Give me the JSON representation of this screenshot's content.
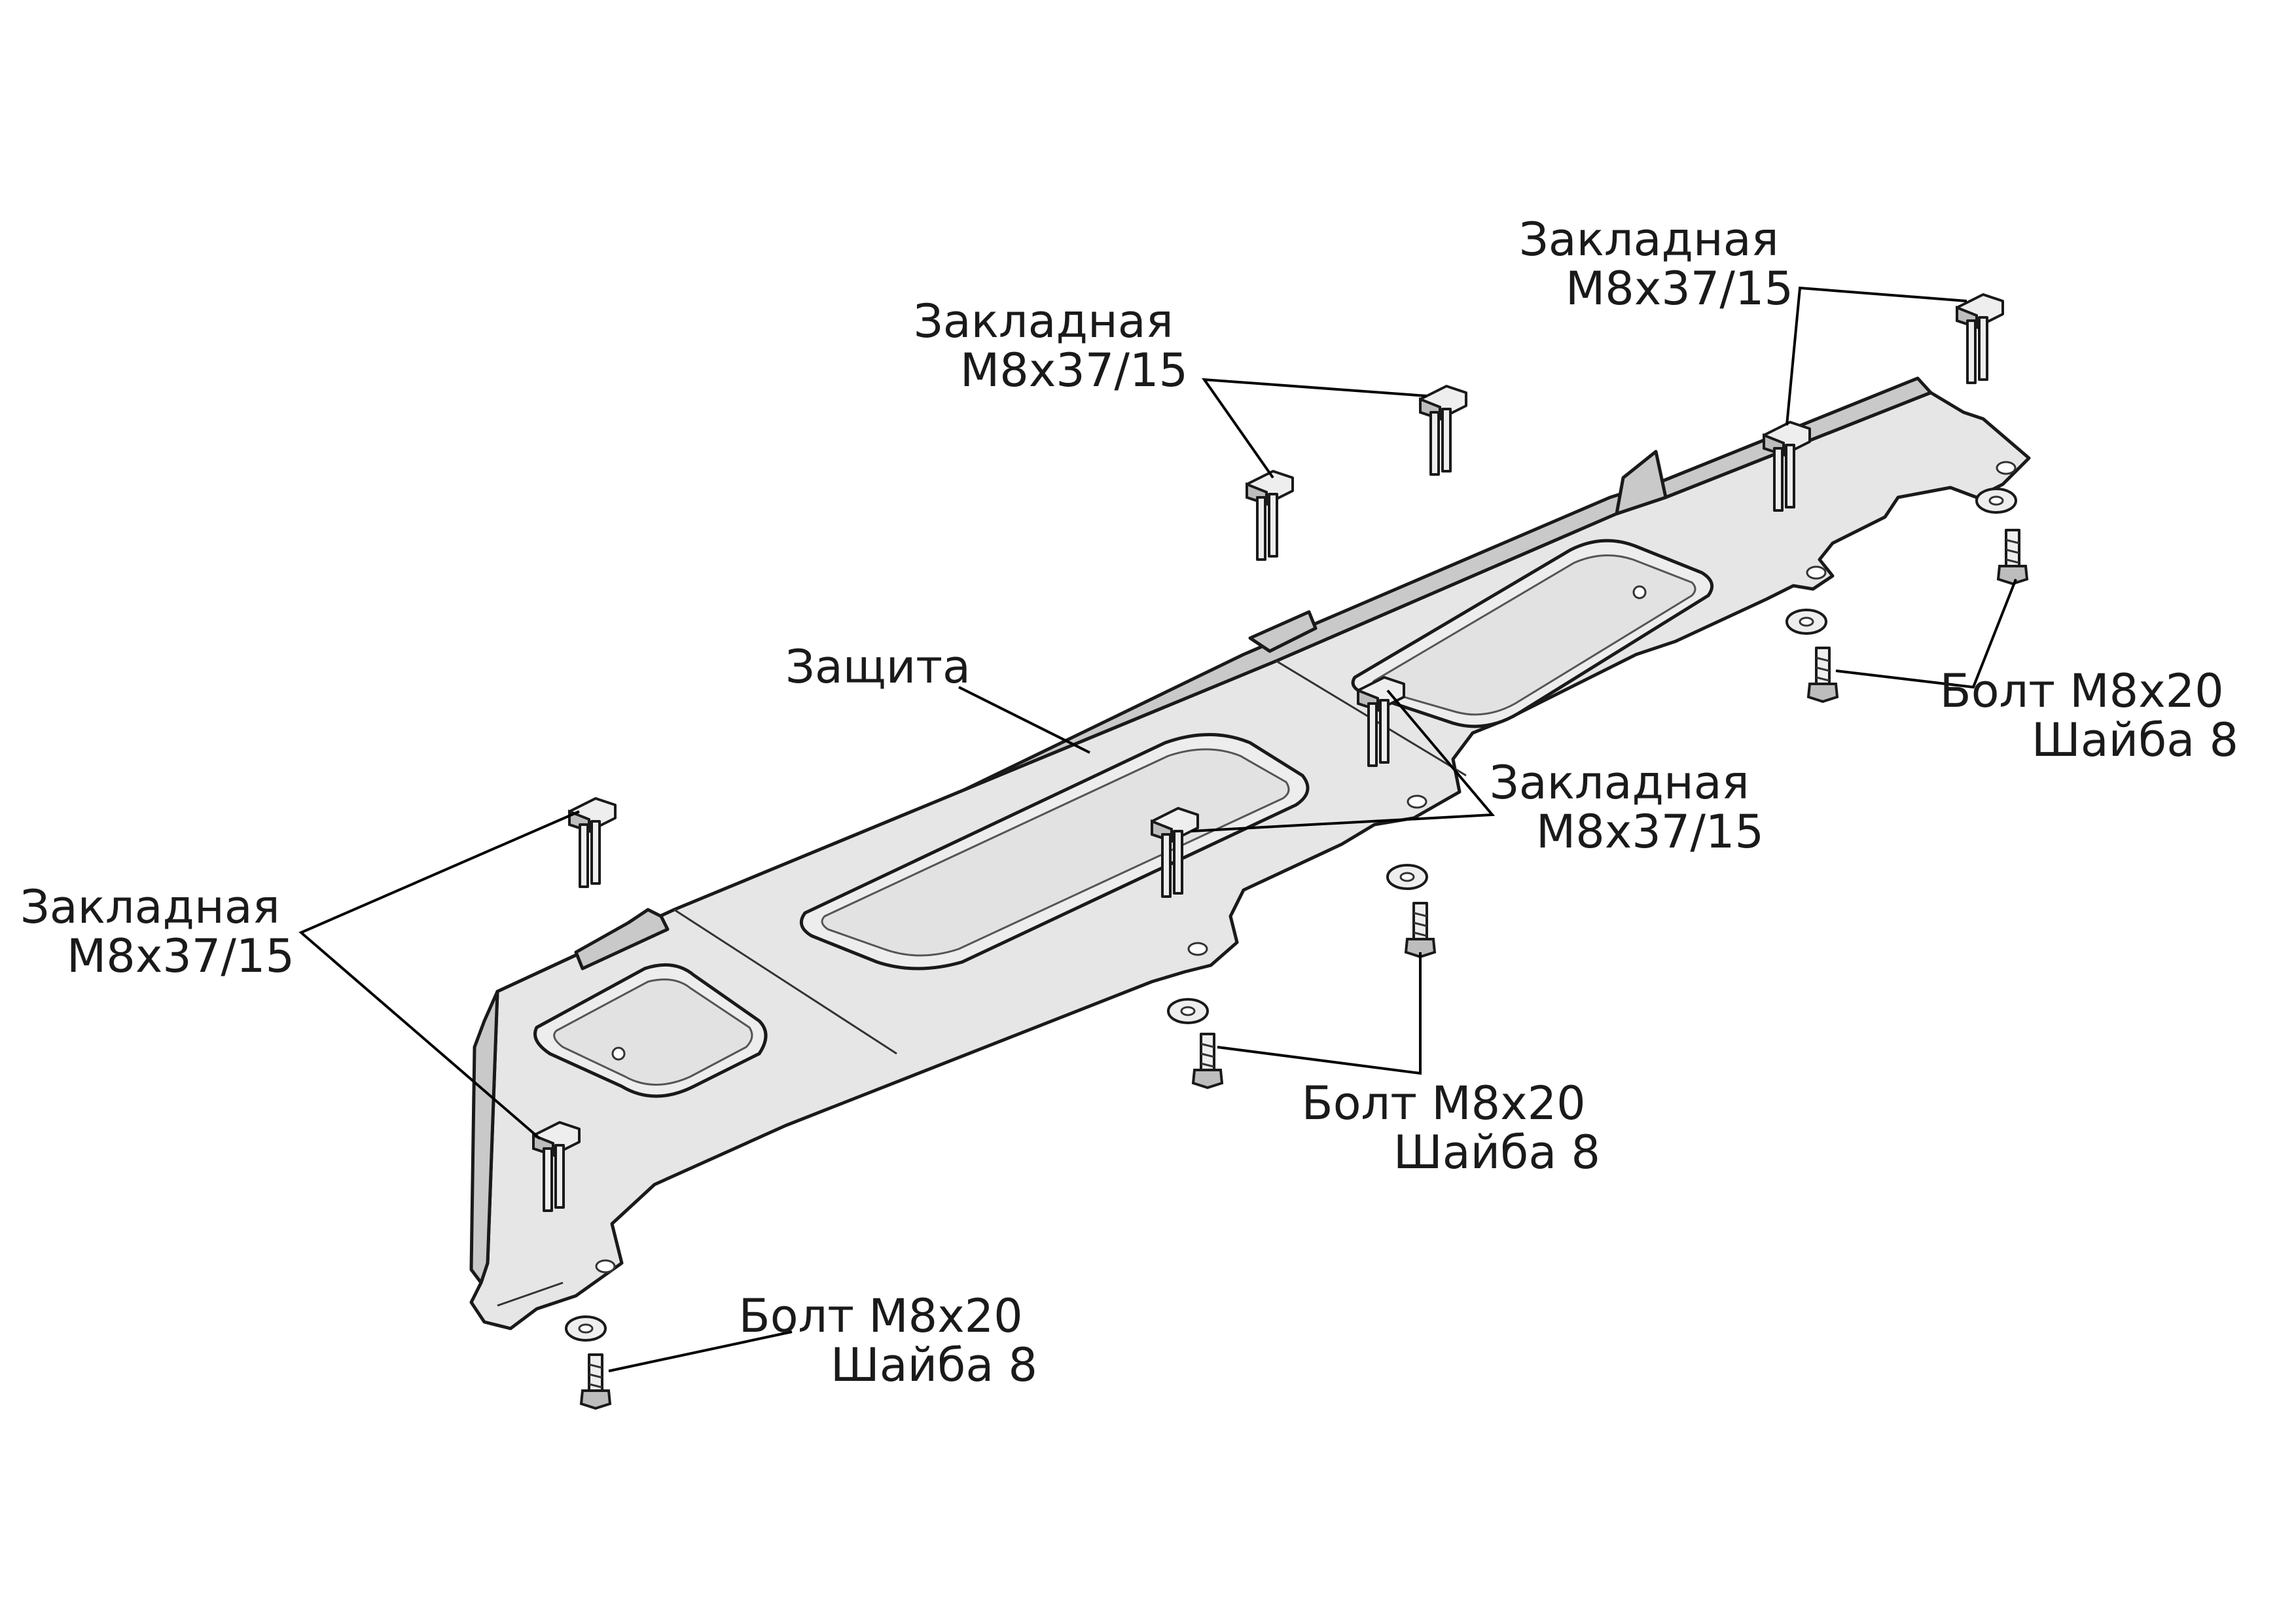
{
  "labels": {
    "guard": "Защита",
    "insert_top_center": [
      "Закладная",
      "M8x37/15"
    ],
    "insert_top_right": [
      "Закладная",
      "M8x37/15"
    ],
    "insert_middle": [
      "Закладная",
      "M8x37/15"
    ],
    "insert_left": [
      "Закладная",
      "M8x37/15"
    ],
    "bolt_right": [
      "Болт M8x20",
      "Шайба 8"
    ],
    "bolt_center": [
      "Болт M8x20",
      "Шайба 8"
    ],
    "bolt_left": [
      "Болт M8x20",
      "Шайба 8"
    ]
  }
}
